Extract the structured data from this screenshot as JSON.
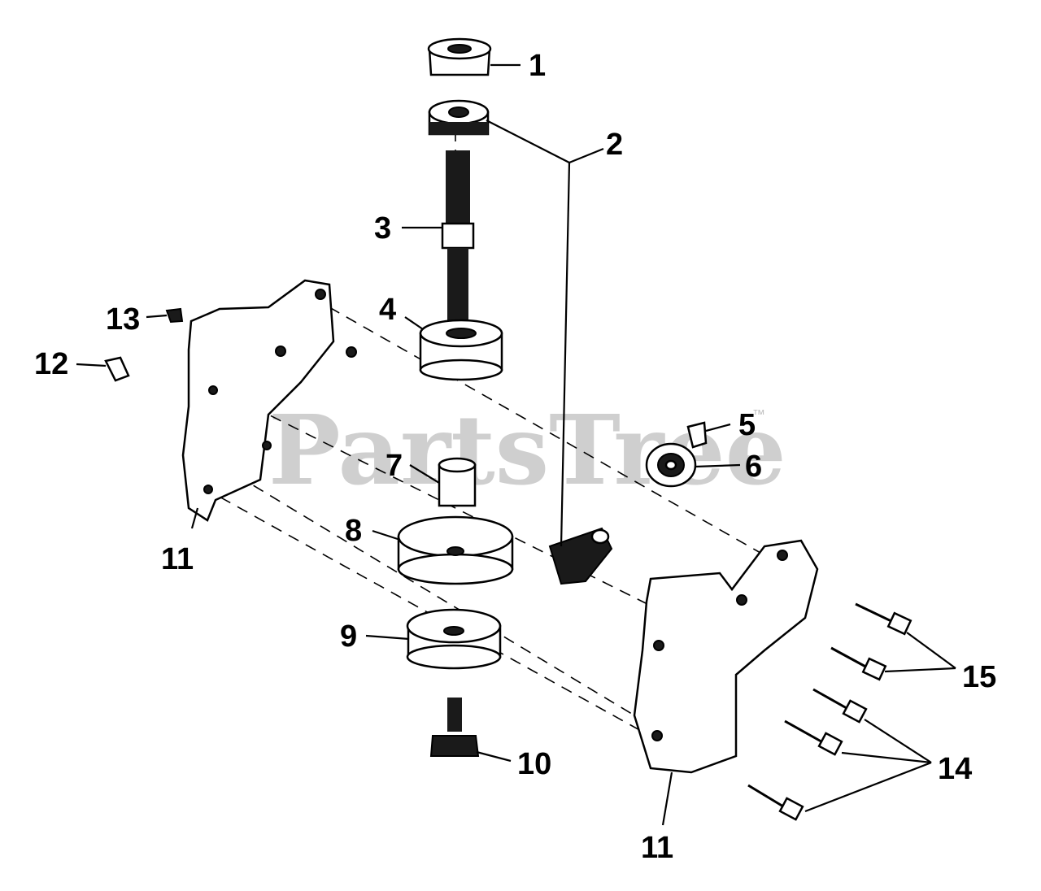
{
  "watermark": {
    "brand": "PartsTree",
    "trademark": "™"
  },
  "callouts": [
    {
      "id": "c1",
      "label": "1"
    },
    {
      "id": "c2",
      "label": "2"
    },
    {
      "id": "c3",
      "label": "3"
    },
    {
      "id": "c4",
      "label": "4"
    },
    {
      "id": "c5",
      "label": "5"
    },
    {
      "id": "c6",
      "label": "6"
    },
    {
      "id": "c7",
      "label": "7"
    },
    {
      "id": "c8",
      "label": "8"
    },
    {
      "id": "c9",
      "label": "9"
    },
    {
      "id": "c10",
      "label": "10"
    },
    {
      "id": "c11a",
      "label": "11"
    },
    {
      "id": "c11b",
      "label": "11"
    },
    {
      "id": "c12",
      "label": "12"
    },
    {
      "id": "c13",
      "label": "13"
    },
    {
      "id": "c14",
      "label": "14"
    },
    {
      "id": "c15",
      "label": "15"
    }
  ]
}
